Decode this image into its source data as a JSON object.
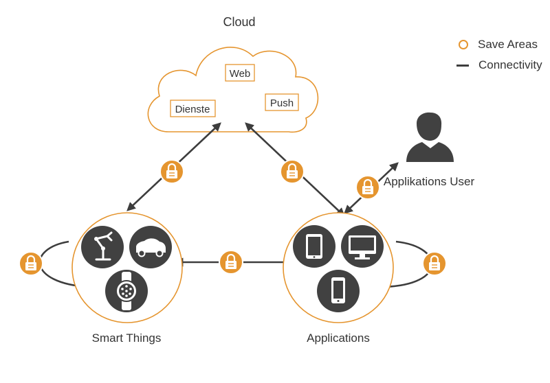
{
  "title": "Cloud",
  "cloud": {
    "services": [
      "Web",
      "Dienste",
      "Push"
    ]
  },
  "nodes": {
    "smart_things": "Smart Things",
    "applications": "Applications",
    "user": "Applikations User"
  },
  "legend": {
    "save_areas": "Save Areas",
    "connectivity": "Connectivity"
  },
  "colors": {
    "accent": "#E5952F",
    "dark": "#3d3d3d",
    "icon_bg": "#414141"
  },
  "icons": {
    "smart_things": [
      "robot-arm-icon",
      "car-icon",
      "smartwatch-icon"
    ],
    "applications": [
      "tablet-icon",
      "monitor-icon",
      "smartphone-icon"
    ],
    "user": "user-silhouette-icon",
    "lock": "lock-icon"
  }
}
